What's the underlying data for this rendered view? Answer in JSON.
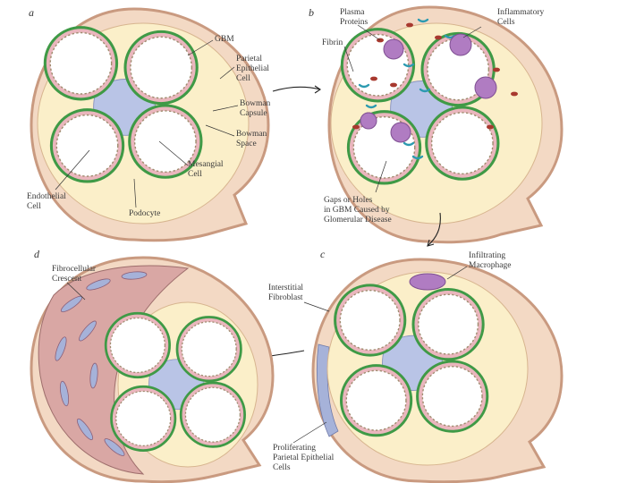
{
  "panels": {
    "a": {
      "letter": "a",
      "labels": {
        "gbm": "GBM",
        "parietal_1": "Parietal",
        "parietal_2": "Epithelial",
        "parietal_3": "Cell",
        "bowman_capsule_1": "Bowman",
        "bowman_capsule_2": "Capsule",
        "bowman_space_1": "Bowman",
        "bowman_space_2": "Space",
        "mesangial_1": "Mesangial",
        "mesangial_2": "Cell",
        "endothelial_1": "Endothelial",
        "endothelial_2": "Cell",
        "podocyte": "Podocyte"
      }
    },
    "b": {
      "letter": "b",
      "labels": {
        "plasma_1": "Plasma",
        "plasma_2": "Proteins",
        "inflammatory_1": "Inflammatory",
        "inflammatory_2": "Cells",
        "fibrin": "Fibrin",
        "gaps_1": "Gaps or Holes",
        "gaps_2": "in GBM Caused by",
        "gaps_3": "Glomerular Disease"
      }
    },
    "c": {
      "letter": "c",
      "labels": {
        "macrophage_1": "Infiltrating",
        "macrophage_2": "Macrophage",
        "fibroblast_1": "Interstitial",
        "fibroblast_2": "Fibroblast",
        "proliferating_1": "Proliferating",
        "proliferating_2": "Parietal Epithelial",
        "proliferating_3": "Cells"
      }
    },
    "d": {
      "letter": "d",
      "labels": {
        "crescent_1": "Fibrocellular",
        "crescent_2": "Crescent"
      }
    }
  },
  "colors": {
    "capsule": "#f3d9c4",
    "capsule_edge": "#c99a80",
    "space": "#fbefc9",
    "gbm": "#3f9a46",
    "mesangial": "#b9c4e6",
    "endothelial": "#eab6bd",
    "lumen": "#ffffff",
    "fibrin": "#2b9ab0",
    "plasma": "#a8392f",
    "inflammatory": "#b07cc2",
    "crescent": "#d9a7a4"
  }
}
